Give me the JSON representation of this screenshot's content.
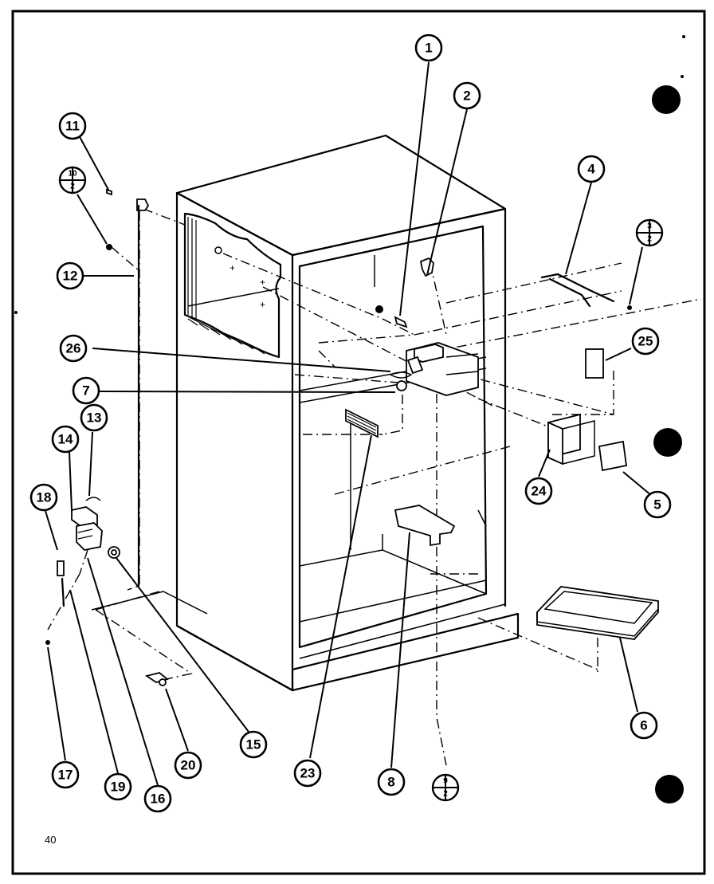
{
  "page_number": "40",
  "callouts": {
    "c1": "1",
    "c2": "2",
    "c4": "4",
    "c5": "5",
    "c6": "6",
    "c7": "7",
    "c8": "8",
    "c11": "11",
    "c12": "12",
    "c13": "13",
    "c14": "14",
    "c15": "15",
    "c16": "16",
    "c17": "17",
    "c18": "18",
    "c19": "19",
    "c20": "20",
    "c23": "23",
    "c24": "24",
    "c25": "25",
    "c26": "26"
  },
  "fraction_callouts": {
    "f10": {
      "top": "10",
      "bottom": "2"
    },
    "f3": {
      "top": "3",
      "bottom": "2"
    },
    "f9": {
      "top": "9",
      "bottom": "2"
    }
  }
}
